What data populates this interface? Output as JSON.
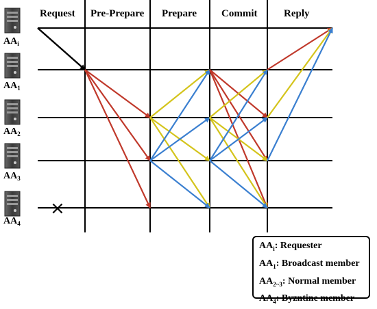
{
  "phases": [
    "Request",
    "Pre-Prepare",
    "Prepare",
    "Commit",
    "Reply"
  ],
  "nodes": [
    {
      "id": "AAi",
      "label": "AA",
      "sub": "i"
    },
    {
      "id": "AA1",
      "label": "AA",
      "sub": "1"
    },
    {
      "id": "AA2",
      "label": "AA",
      "sub": "2"
    },
    {
      "id": "AA3",
      "label": "AA",
      "sub": "3"
    },
    {
      "id": "AA4",
      "label": "AA",
      "sub": "4"
    }
  ],
  "failed_node_marker": "×",
  "colors": {
    "request": "#000000",
    "pre_prepare": "#c0392b",
    "prepare_yellow": "#d4c41c",
    "prepare_blue": "#3a7fd0",
    "commit_red": "#c0392b",
    "reply_red": "#c0392b"
  },
  "legend": [
    {
      "label": "AA",
      "sub": "i",
      "text": ": Requester"
    },
    {
      "label": "AA",
      "sub": "1",
      "text": ": Broadcast member"
    },
    {
      "label": "AA",
      "sub": "2~3",
      "text": ": Normal member"
    },
    {
      "label": "AA",
      "sub": "4",
      "text": ": Byzntine member"
    }
  ]
}
